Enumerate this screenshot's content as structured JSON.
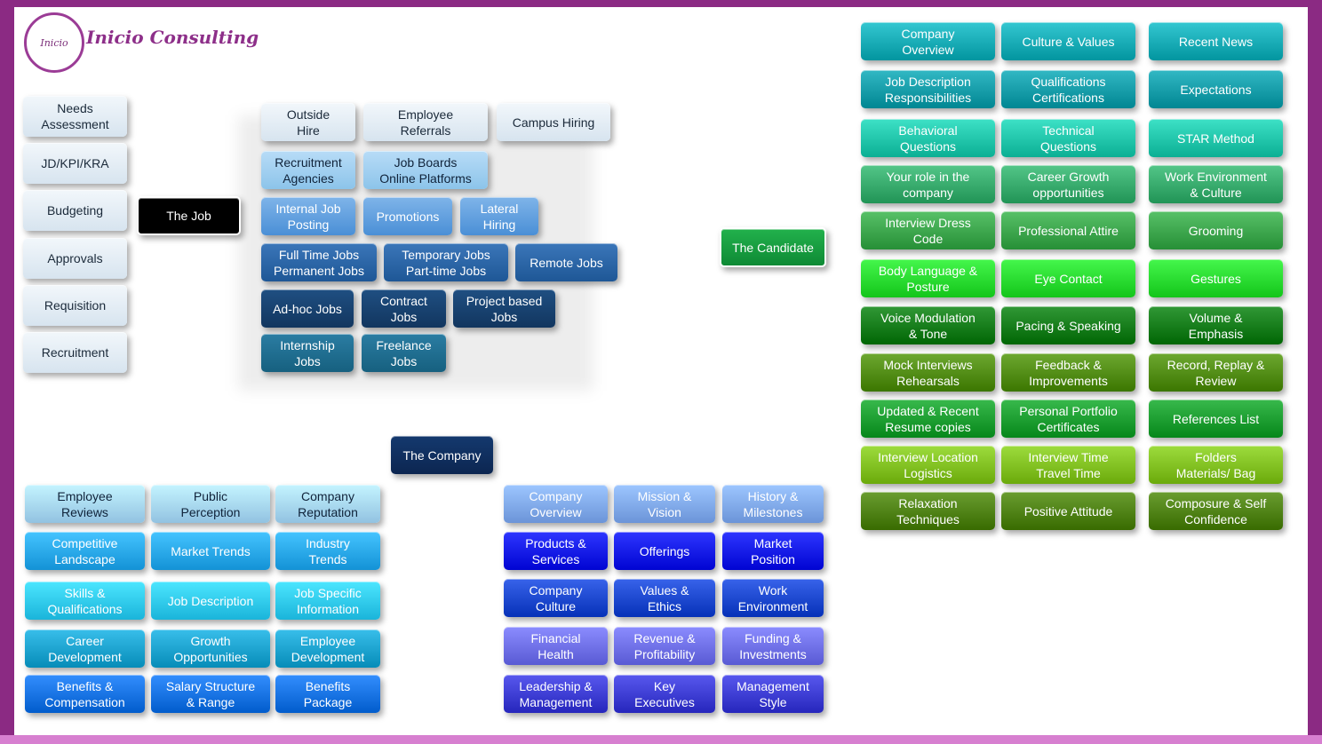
{
  "logo": {
    "badge": "Inicio",
    "title": "Inicio Consulting"
  },
  "left_column": [
    "Needs\nAssessment",
    "JD/KPI/KRA",
    "Budgeting",
    "Approvals",
    "Requisition",
    "Recruitment"
  ],
  "the_job": "The Job",
  "the_candidate": "The Candidate",
  "the_company": "The Company",
  "job_types": [
    "Outside\nHire",
    "Employee\nReferrals",
    "Campus Hiring",
    "Recruitment\nAgencies",
    "Job Boards\nOnline Platforms",
    "Internal Job\nPosting",
    "Promotions",
    "Lateral\nHiring",
    "Full Time Jobs\nPermanent Jobs",
    "Temporary Jobs\nPart-time Jobs",
    "Remote Jobs",
    "Ad-hoc Jobs",
    "Contract\nJobs",
    "Project based\nJobs",
    "Internship\nJobs",
    "Freelance\nJobs"
  ],
  "bottom_left": [
    "Employee\nReviews",
    "Public\nPerception",
    "Company\nReputation",
    "Competitive\nLandscape",
    "Market Trends",
    "Industry\nTrends",
    "Skills &\nQualifications",
    "Job Description",
    "Job Specific\nInformation",
    "Career\nDevelopment",
    "Growth\nOpportunities",
    "Employee\nDevelopment",
    "Benefits &\nCompensation",
    "Salary Structure\n& Range",
    "Benefits\nPackage"
  ],
  "bottom_middle": [
    "Company\nOverview",
    "Mission &\nVision",
    "History &\nMilestones",
    "Products &\nServices",
    "Offerings",
    "Market\nPosition",
    "Company\nCulture",
    "Values &\nEthics",
    "Work\nEnvironment",
    "Financial\nHealth",
    "Revenue &\nProfitability",
    "Funding &\nInvestments",
    "Leadership &\nManagement",
    "Key\nExecutives",
    "Management\nStyle"
  ],
  "right_grid": [
    "Company\nOverview",
    "Culture & Values",
    "Recent News",
    "Job Description\nResponsibilities",
    "Qualifications\nCertifications",
    "Expectations",
    "Behavioral\nQuestions",
    "Technical\nQuestions",
    "STAR Method",
    "Your role in the\ncompany",
    "Career Growth\nopportunities",
    "Work Environment\n& Culture",
    "Interview Dress\nCode",
    "Professional Attire",
    "Grooming",
    "Body Language &\nPosture",
    "Eye Contact",
    "Gestures",
    "Voice Modulation\n& Tone",
    "Pacing & Speaking",
    "Volume &\nEmphasis",
    "Mock Interviews\nRehearsals",
    "Feedback &\nImprovements",
    "Record, Replay &\nReview",
    "Updated & Recent\nResume copies",
    "Personal Portfolio\nCertificates",
    "References List",
    "Interview Location\nLogistics",
    "Interview Time\nTravel Time",
    "Folders\nMaterials/ Bag",
    "Relaxation\nTechniques",
    "Positive Attitude",
    "Composure & Self\nConfidence"
  ],
  "colors": {
    "border": "#8b2a83",
    "bottom_border": "#d77fd0",
    "right_rows": [
      "#16a9b3",
      "#149aa6",
      "#1fc3a8",
      "#35a86a",
      "#3aa34a",
      "#27d92e",
      "#137a18",
      "#4f8a12",
      "#1a9b2e",
      "#7fbe1f",
      "#4c7f12"
    ],
    "bottom_left_rows": [
      "#a6d6f5",
      "#27a6ea",
      "#2ec8ee",
      "#1aa0cc",
      "#1570e0"
    ],
    "bottom_mid_rows": [
      "#7fa8ec",
      "#1018e6",
      "#1a45cc",
      "#6d6ee8",
      "#3a3ad0"
    ]
  }
}
